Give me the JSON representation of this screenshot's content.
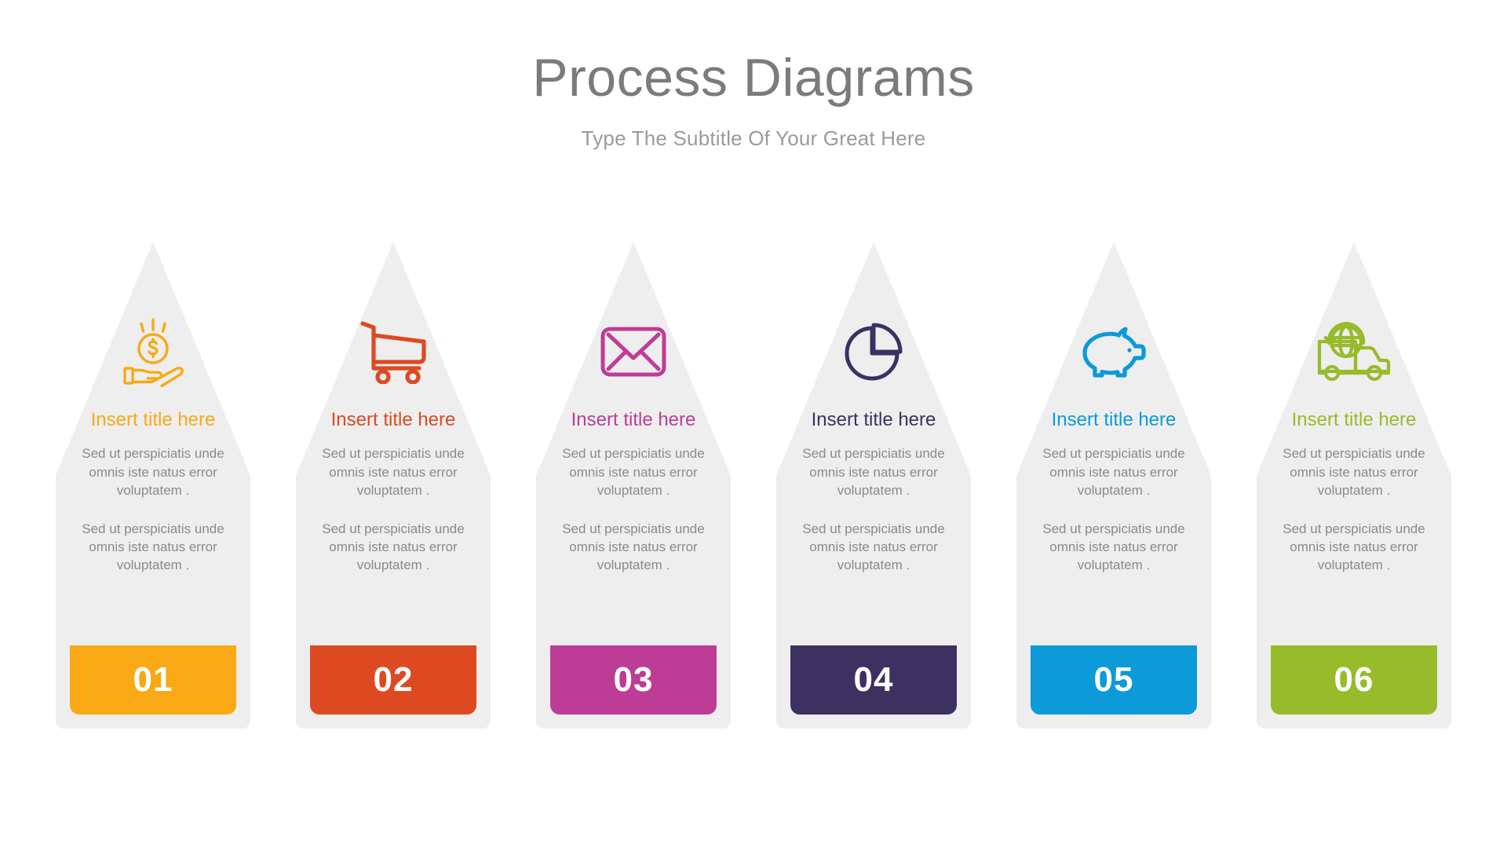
{
  "header": {
    "title": "Process Diagrams",
    "subtitle": "Type The Subtitle Of Your Great Here",
    "title_color": "#7b7b7b",
    "subtitle_color": "#9b9b9b"
  },
  "card_shape_color": "#eeeeee",
  "body_text_color": "#8a8a8a",
  "cards": [
    {
      "icon": "hand-holding-coin-icon",
      "title": "Insert title here",
      "paragraph1": "Sed ut perspiciatis unde omnis iste natus error voluptatem .",
      "paragraph2": "Sed ut perspiciatis unde omnis iste natus error voluptatem .",
      "number": "01",
      "color": "#f9a915"
    },
    {
      "icon": "shopping-cart-icon",
      "title": "Insert title here",
      "paragraph1": "Sed ut perspiciatis unde omnis iste natus error voluptatem .",
      "paragraph2": "Sed ut perspiciatis unde omnis iste natus error voluptatem .",
      "number": "02",
      "color": "#dd4a22"
    },
    {
      "icon": "envelope-icon",
      "title": "Insert title here",
      "paragraph1": "Sed ut perspiciatis unde omnis iste natus error voluptatem .",
      "paragraph2": "Sed ut perspiciatis unde omnis iste natus error voluptatem .",
      "number": "03",
      "color": "#bd3d96"
    },
    {
      "icon": "pie-chart-icon",
      "title": "Insert title here",
      "paragraph1": "Sed ut perspiciatis unde omnis iste natus error voluptatem .",
      "paragraph2": "Sed ut perspiciatis unde omnis iste natus error voluptatem .",
      "number": "04",
      "color": "#3c3160"
    },
    {
      "icon": "piggy-bank-icon",
      "title": "Insert title here",
      "paragraph1": "Sed ut perspiciatis unde omnis iste natus error voluptatem .",
      "paragraph2": "Sed ut perspiciatis unde omnis iste natus error voluptatem .",
      "number": "05",
      "color": "#0c9ad9"
    },
    {
      "icon": "delivery-truck-globe-icon",
      "title": "Insert title here",
      "paragraph1": "Sed ut perspiciatis unde omnis iste natus error voluptatem .",
      "paragraph2": "Sed ut perspiciatis unde omnis iste natus error voluptatem .",
      "number": "06",
      "color": "#97bb2b"
    }
  ]
}
